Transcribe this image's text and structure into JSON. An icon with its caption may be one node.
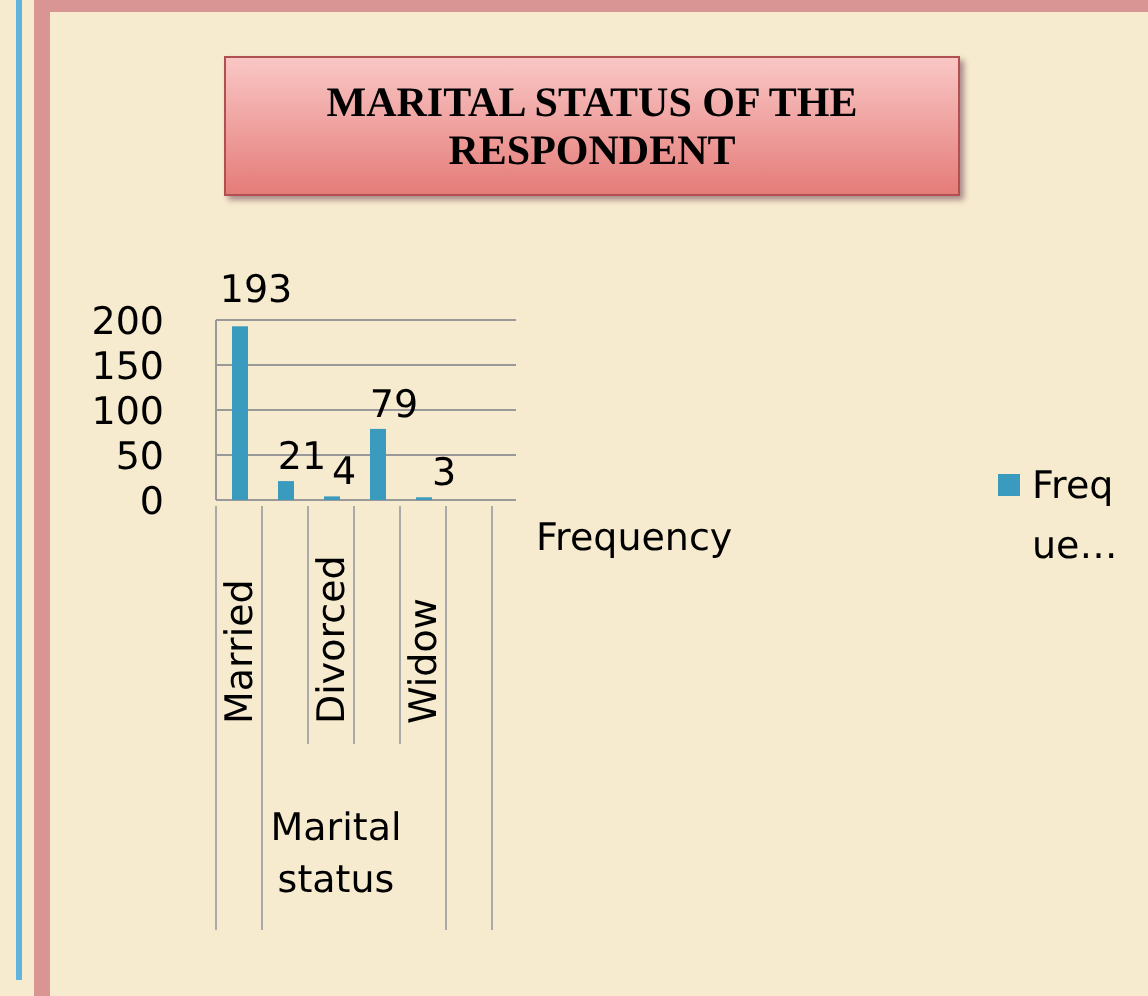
{
  "diagram": {
    "title": "MARITAL STATUS OF THE RESPONDENT",
    "labels": [
      "Frequency"
    ],
    "legend": [
      {
        "text": "Freque…",
        "color": "#3a9bbf"
      }
    ],
    "chart_data": {
      "type": "bar",
      "xlabel": "Marital status",
      "categories": [
        "Married",
        null,
        "Divorced",
        null,
        "Widow"
      ],
      "series": [
        {
          "color": "#3a9bbf",
          "values": [
            193,
            21,
            4,
            79,
            3
          ]
        }
      ],
      "ylim": [
        0,
        200
      ],
      "grid": true,
      "yticks": [
        0,
        50,
        100,
        150,
        200
      ],
      "data_labels": true
    }
  }
}
